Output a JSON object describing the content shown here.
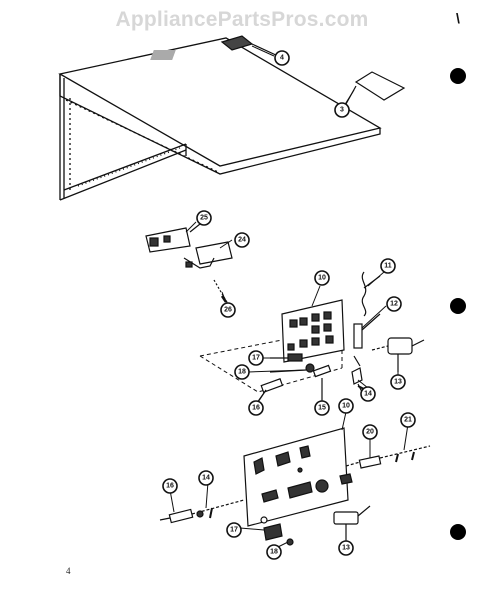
{
  "watermark": "AppliancePartsPros.com",
  "corner_mark": "\\",
  "page_number": "4",
  "callouts": {
    "c4": "4",
    "c3": "3",
    "c25": "25",
    "c24": "24",
    "c26": "26",
    "c10a": "10",
    "c11": "11",
    "c12": "12",
    "c17a": "17",
    "c18a": "18",
    "c13a": "13",
    "c14a": "14",
    "c16a": "16",
    "c15": "15",
    "c10b": "10",
    "c20": "20",
    "c21": "21",
    "c16b": "16",
    "c14b": "14",
    "c17b": "17",
    "c18b": "18",
    "c13b": "13"
  },
  "colors": {
    "ink": "#111111",
    "paper": "#ffffff",
    "watermark": "#d7d7d7"
  }
}
